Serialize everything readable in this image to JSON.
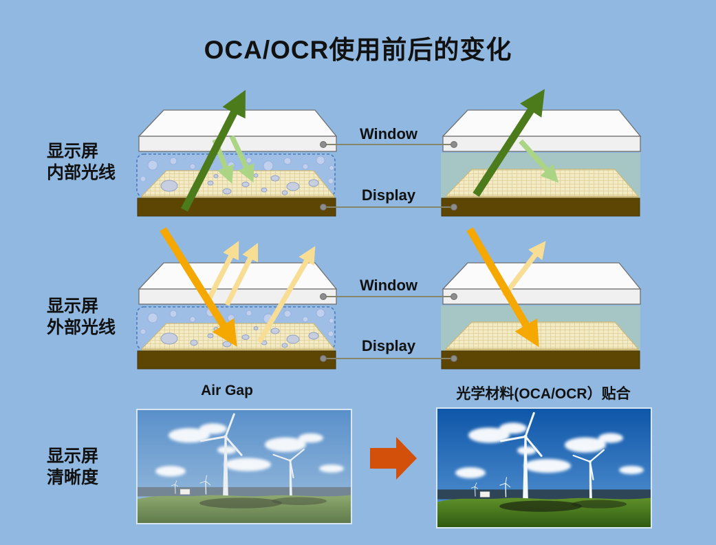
{
  "title": "OCA/OCR使用前后的变化",
  "row_labels": {
    "internal": {
      "line1": "显示屏",
      "line2": "内部光线"
    },
    "external": {
      "line1": "显示屏",
      "line2": "外部光线"
    },
    "clarity": {
      "line1": "显示屏",
      "line2": "清晰度"
    }
  },
  "layer_labels": {
    "window": "Window",
    "display": "Display"
  },
  "captions": {
    "before": "Air Gap",
    "after": "光学材料(OCA/OCR）贴合"
  },
  "icons": {
    "transition_arrow": "block-right-arrow",
    "leader_line": "dot-ended-leader-line"
  },
  "colors": {
    "background": "#90B8E0",
    "text": "#111111",
    "window_slab": "#FBFBFB",
    "air_gap_fill": "#9EBEE6",
    "air_gap_dashed_border": "#4A7AB8",
    "display_surface": "#F3EAC6",
    "substrate": "#5D4504",
    "oca_layer": "#A8C7C2",
    "internal_light_arrow": "#4C7B1C",
    "internal_reflection_arrow": "#ABD584",
    "external_light_arrow": "#F5A702",
    "external_reflection_arrow": "#F8DD94",
    "leader_line": "#85856B",
    "transition_arrow": "#D2500A"
  }
}
